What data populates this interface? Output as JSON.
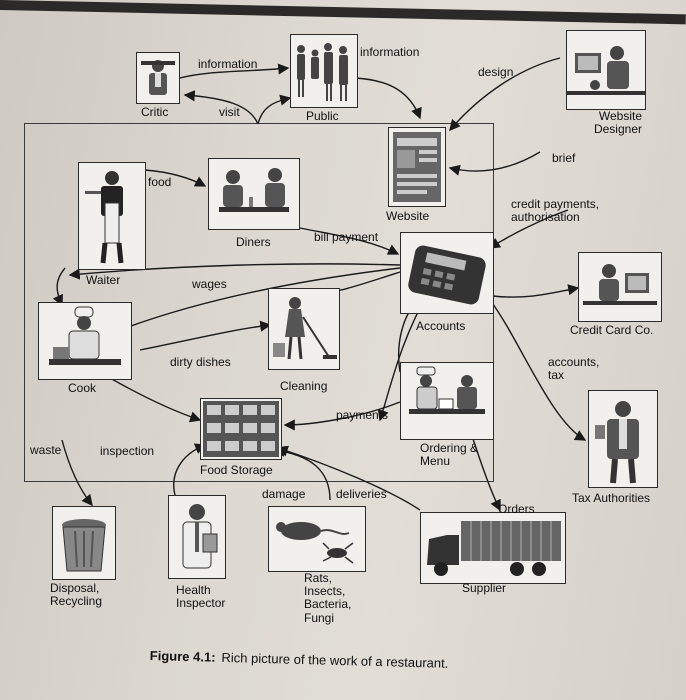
{
  "figure": {
    "number": "Figure 4.1:",
    "title": "Rich picture of the work of a restaurant."
  },
  "actors": {
    "critic": "Critic",
    "public": "Public",
    "website_designer": "Website Designer",
    "website": "Website",
    "diners": "Diners",
    "waiter": "Waiter",
    "cook": "Cook",
    "accounts": "Accounts",
    "credit_card_co": "Credit Card Co.",
    "cleaning": "Cleaning",
    "ordering_menu": "Ordering & Menu",
    "food_storage": "Food Storage",
    "tax_authorities": "Tax Authorities",
    "disposal": "Disposal, Recycling",
    "health_inspector": "Health Inspector",
    "pests": "Rats, Insects, Bacteria, Fungi",
    "supplier": "Supplier"
  },
  "flows": {
    "information_critic": "information",
    "information_public": "information",
    "visit": "visit",
    "design": "design",
    "brief": "brief",
    "food": "food",
    "bill_payment": "bill payment",
    "credit_payments": "credit payments, authorisation",
    "wages": "wages",
    "dirty_dishes": "dirty dishes",
    "payments": "payments",
    "accounts_tax": "accounts, tax",
    "waste": "waste",
    "inspection": "inspection",
    "damage": "damage",
    "deliveries": "deliveries",
    "orders": "Orders"
  }
}
